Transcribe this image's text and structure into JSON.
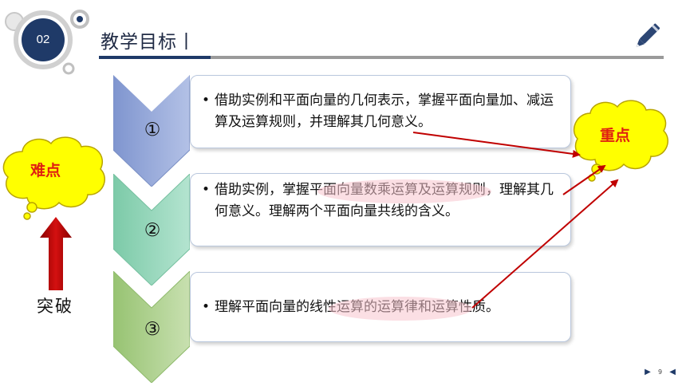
{
  "header": {
    "slide_number": "02",
    "title": "教学目标丨"
  },
  "objectives": [
    {
      "number": "①",
      "text": "借助实例和平面向量的几何表示，掌握平面向量加、减运算及运算规则，并理解其几何意义。"
    },
    {
      "number": "②",
      "text": "借助实例，掌握平面向量数乘运算及运算规则，理解其几何意义。理解两个平面向量共线的含义。"
    },
    {
      "number": "③",
      "text": "理解平面向量的线性运算的运算律和运算性质。"
    }
  ],
  "callouts": {
    "difficulty": "难点",
    "key_point": "重点"
  },
  "breakthrough_label": "突破",
  "footer": {
    "page_number": "9",
    "next_icon": "triangle-right-icon",
    "prev_icon": "triangle-left-icon"
  },
  "colors": {
    "navy": "#1f3a68",
    "callout_fill": "#ffff00",
    "callout_text": "#e02010",
    "arrow_red": "#c00000",
    "chevron_1": "#8fa4d6",
    "chevron_2": "#8fd3b8",
    "chevron_3": "#a8cf84",
    "highlight": "#f7c4cd"
  }
}
